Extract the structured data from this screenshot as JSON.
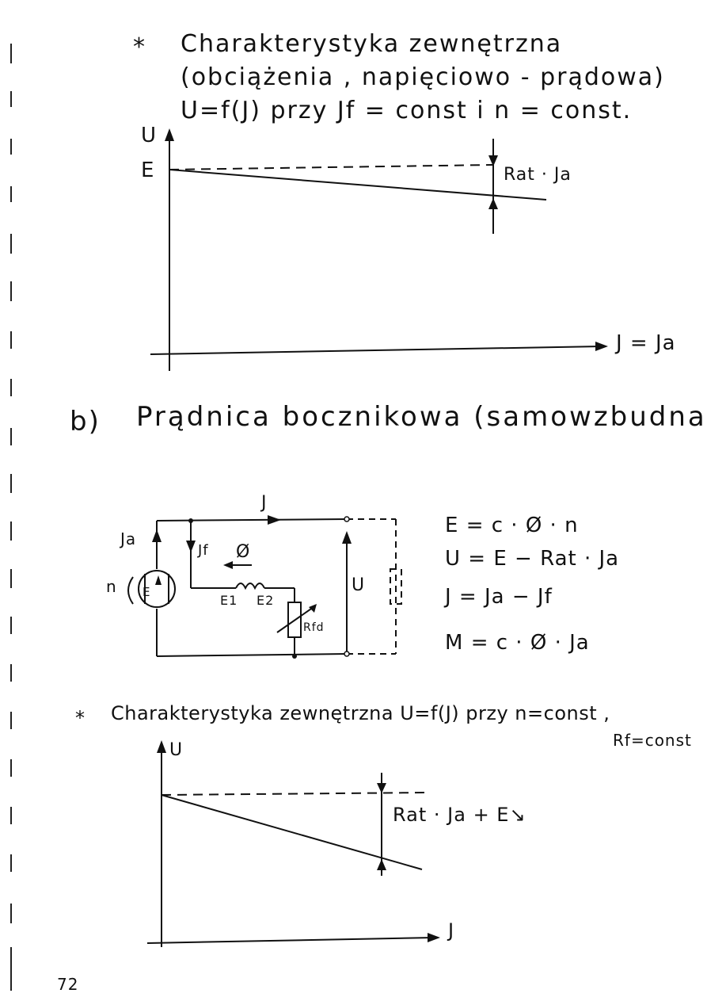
{
  "page_number": "72",
  "section1": {
    "bullet": "*",
    "title_line1": "Charakterystyka zewnętrzna",
    "title_line2": "(obciążenia , napięciowo - prądowa)",
    "title_line3": "U=f(J) przy Jf = const i n = const.",
    "graph": {
      "y_axis_label": "U",
      "x_axis_label": "J = Ja",
      "e_label": "E",
      "drop_label": "Rat · Ja"
    }
  },
  "section2": {
    "marker": "b)",
    "heading": "Prądnica bocznikowa (samowzbudna)",
    "circuit": {
      "current_j": "J",
      "current_ja": "Ja",
      "current_jf": "Jf",
      "flux": "Ø",
      "speed": "n",
      "armature": "E",
      "terminal_e1": "E1",
      "terminal_e2": "E2",
      "resistor": "Rfd",
      "voltage": "U"
    },
    "equations": [
      "E = c · Ø · n",
      "U = E − Rat · Ja",
      "J = Ja − Jf",
      "M = c · Ø · Ja"
    ]
  },
  "section3": {
    "bullet": "*",
    "title_line1": "Charakterystyka zewnętrzna U=f(J) przy n=const ,",
    "title_line2": "Rf=const",
    "graph": {
      "y_axis_label": "U",
      "x_axis_label": "J",
      "drop_label": "Rat · Ja + E↘"
    }
  }
}
